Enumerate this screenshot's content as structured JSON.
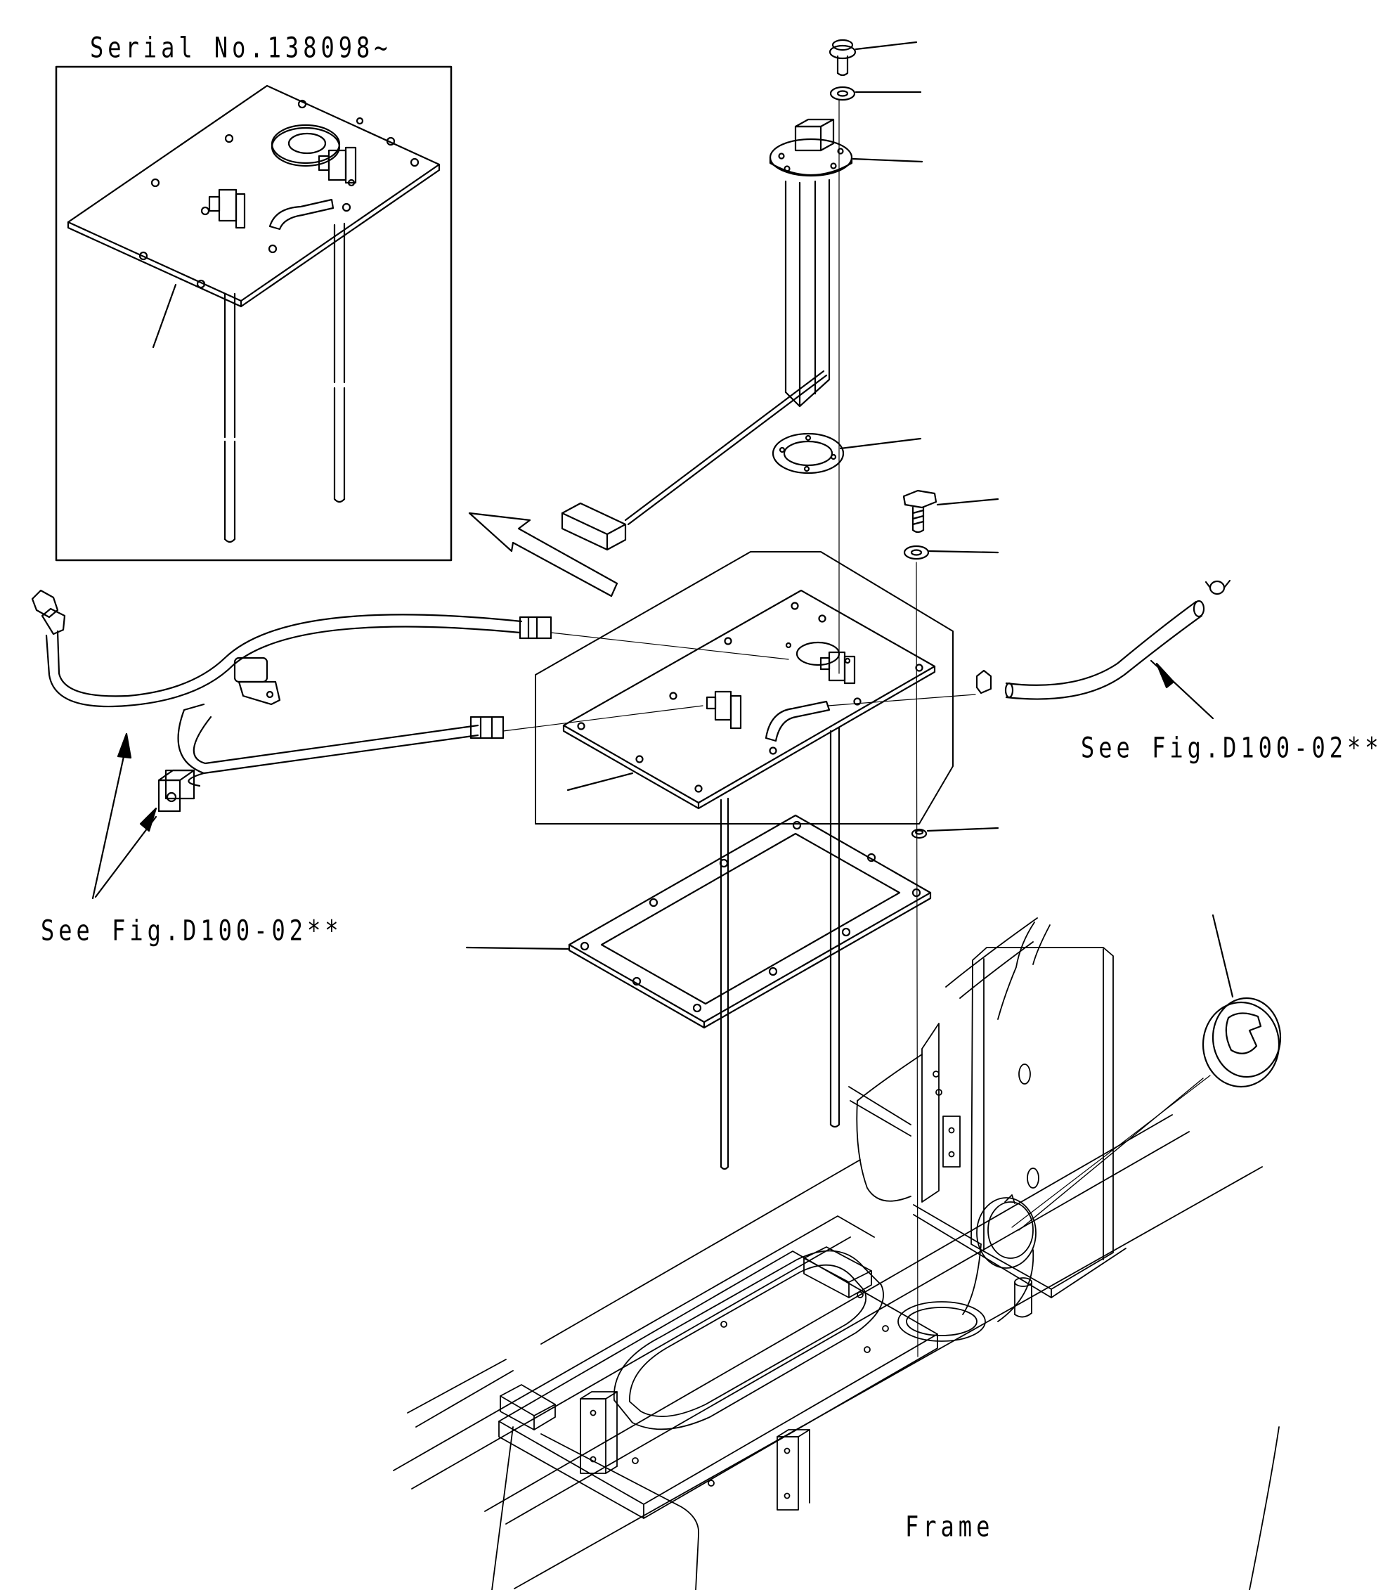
{
  "labels": {
    "serial": "Serial No.138098~",
    "see_fig_right": "See Fig.D100-02**",
    "see_fig_left": "See Fig.D100-02**",
    "frame": "Frame"
  },
  "colors": {
    "line": "#000000",
    "background": "#ffffff"
  }
}
